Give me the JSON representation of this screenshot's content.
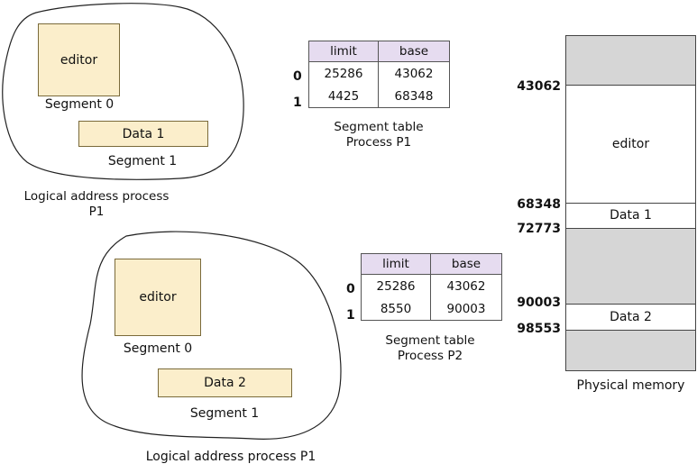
{
  "process1": {
    "editor_label": "editor",
    "segment0_label": "Segment 0",
    "data_label": "Data 1",
    "segment1_label": "Segment 1",
    "caption_line1": "Logical address process",
    "caption_line2": "P1"
  },
  "process2": {
    "editor_label": "editor",
    "segment0_label": "Segment 0",
    "data_label": "Data 2",
    "segment1_label": "Segment 1",
    "caption": "Logical address process P1"
  },
  "table1": {
    "headers": [
      "limit",
      "base"
    ],
    "rows": [
      {
        "index": "0",
        "limit": "25286",
        "base": "43062"
      },
      {
        "index": "1",
        "limit": "4425",
        "base": "68348"
      }
    ],
    "caption_line1": "Segment table",
    "caption_line2": "Process P1"
  },
  "table2": {
    "headers": [
      "limit",
      "base"
    ],
    "rows": [
      {
        "index": "0",
        "limit": "25286",
        "base": "43062"
      },
      {
        "index": "1",
        "limit": "8550",
        "base": "90003"
      }
    ],
    "caption_line1": "Segment table",
    "caption_line2": "Process P2"
  },
  "memory": {
    "addresses": [
      "43062",
      "68348",
      "72773",
      "90003",
      "98553"
    ],
    "segments": [
      {
        "label": "editor"
      },
      {
        "label": "Data 1"
      },
      {
        "label": "Data 2"
      }
    ],
    "caption": "Physical memory"
  }
}
